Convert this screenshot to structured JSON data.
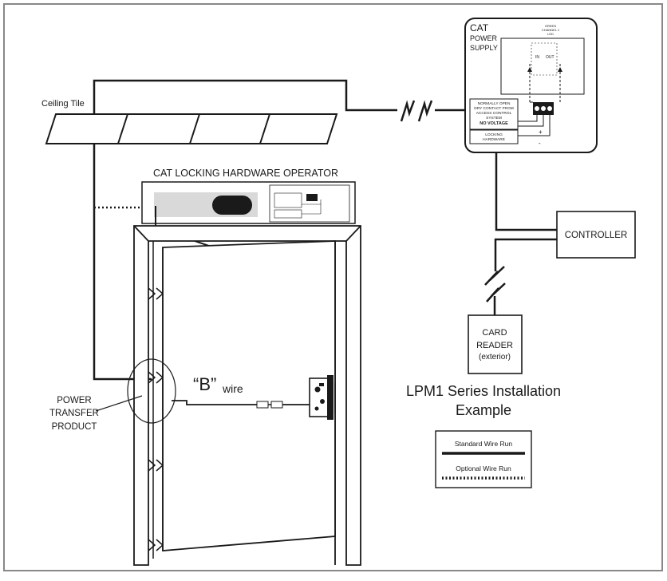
{
  "diagram": {
    "title_line1": "LPM1 Series Installation",
    "title_line2": "Example",
    "ceiling_label": "Ceiling Tile",
    "operator_label": "CAT LOCKING HARDWARE OPERATOR",
    "power_supply": {
      "line1": "CAT",
      "line2": "POWER",
      "line3": "SUPPLY",
      "led_line1": "GREEN",
      "led_line2": "CHANNEL 1",
      "led_line3": "LED",
      "terminal_in": "IN",
      "terminal_out": "OUT",
      "contact_line1": "NORMALLY OPEN",
      "contact_line2": "DRY CONTACT FROM",
      "contact_line3": "ACCESS CONTROL",
      "contact_line4": "SYSTEM",
      "contact_line5": "NO VOLTAGE",
      "locking_line1": "LOCKING",
      "locking_line2": "HARDWARE",
      "plus": "+",
      "minus": "-"
    },
    "controller_label": "CONTROLLER",
    "card_reader": {
      "line1": "CARD",
      "line2": "READER",
      "line3": "(exterior)"
    },
    "power_transfer": {
      "line1": "POWER",
      "line2": "TRANSFER",
      "line3": "PRODUCT"
    },
    "b_wire": {
      "letter": "“B”",
      "word": "wire"
    },
    "legend": {
      "standard": "Standard Wire Run",
      "optional": "Optional Wire Run"
    },
    "colors": {
      "line": "#1a1a1a",
      "border": "#888888",
      "grey_panel": "#d9d9d9",
      "door_fill": "#ffffff"
    }
  }
}
